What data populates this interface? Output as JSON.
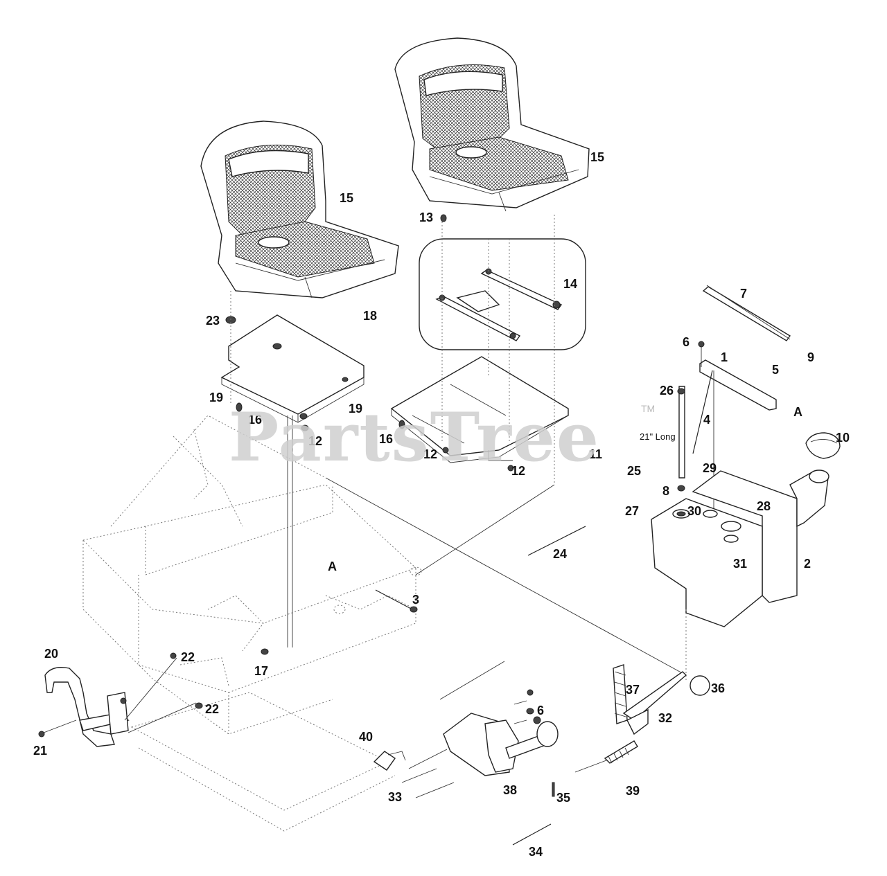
{
  "labels": {
    "p1": "1",
    "p2": "2",
    "p3": "3",
    "p4": "4",
    "p5": "5",
    "p6a": "6",
    "p6b": "6",
    "p7": "7",
    "p8": "8",
    "p9": "9",
    "p10": "10",
    "p11": "11",
    "p12a": "12",
    "p12b": "12",
    "p12c": "12",
    "p13": "13",
    "p14": "14",
    "p15a": "15",
    "p15b": "15",
    "p16a": "16",
    "p16b": "16",
    "p17": "17",
    "p18": "18",
    "p19a": "19",
    "p19b": "19",
    "p20": "20",
    "p21": "21",
    "p22a": "22",
    "p22b": "22",
    "p23": "23",
    "p24": "24",
    "p25": "25",
    "p26": "26",
    "p27": "27",
    "p28": "28",
    "p29": "29",
    "p30": "30",
    "p31": "31",
    "p32": "32",
    "p33": "33",
    "p34": "34",
    "p35": "35",
    "p36": "36",
    "p37": "37",
    "p38": "38",
    "p39": "39",
    "p40": "40",
    "refA1": "A",
    "refA2": "A"
  },
  "annotation": "21\" Long",
  "watermark": "PartsTree",
  "trademark": "TM"
}
